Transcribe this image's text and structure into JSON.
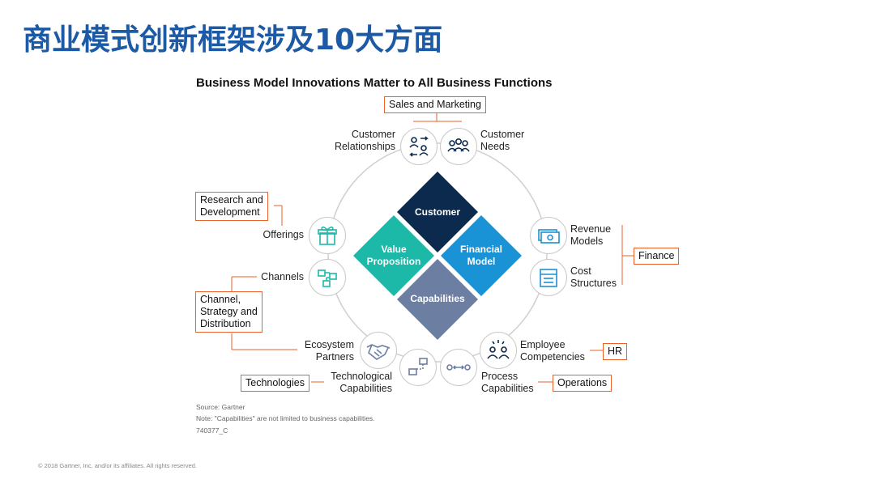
{
  "page_title": "商业模式创新框架涉及10大方面",
  "figure_title": "Business Model Innovations Matter to All Business Functions",
  "center": {
    "customer": "Customer",
    "value_proposition": [
      "Value",
      "Proposition"
    ],
    "financial_model": [
      "Financial",
      "Model"
    ],
    "capabilities": "Capabilities"
  },
  "aspects": {
    "customer_relationships": [
      "Customer",
      "Relationships"
    ],
    "customer_needs": [
      "Customer",
      "Needs"
    ],
    "offerings": "Offerings",
    "channels": "Channels",
    "revenue_models": [
      "Revenue",
      "Models"
    ],
    "cost_structures": [
      "Cost",
      "Structures"
    ],
    "ecosystem_partners": [
      "Ecosystem",
      "Partners"
    ],
    "technological_capabilities": [
      "Technological",
      "Capabilities"
    ],
    "process_capabilities": [
      "Process",
      "Capabilities"
    ],
    "employee_competencies": [
      "Employee",
      "Competencies"
    ]
  },
  "functions": {
    "sales_marketing": "Sales and Marketing",
    "research_development": [
      "Research and",
      "Development"
    ],
    "channel_strategy": [
      "Channel,",
      "Strategy and",
      "Distribution"
    ],
    "technologies": "Technologies",
    "finance": "Finance",
    "hr": "HR",
    "operations": "Operations"
  },
  "notes": {
    "source": "Source: Gartner",
    "note": "Note: \"Capabilities\" are not limited to business capabilities.",
    "id": "740377_C"
  },
  "copyright": "© 2018 Gartner, Inc. and/or its affiliates. All rights reserved.",
  "colors": {
    "title_blue": "#1c5aa6",
    "customer": "#0b2a4e",
    "value_proposition": "#1cb9a8",
    "financial_model": "#1a93d6",
    "capabilities": "#6d7ea3",
    "accent_orange": "#e8622a",
    "icon_navy": "#0b2a4e"
  }
}
